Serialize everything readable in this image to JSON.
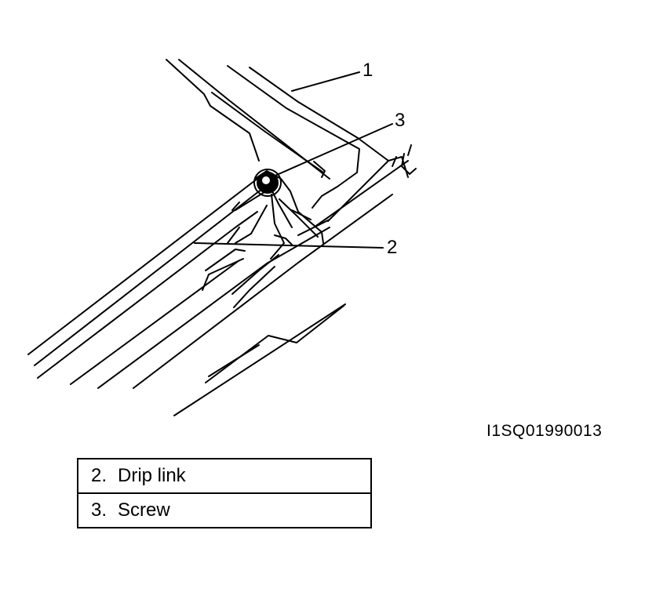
{
  "callouts": {
    "one": "1",
    "two": "2",
    "three": "3"
  },
  "figure_id": "I1SQ01990013",
  "legend": [
    {
      "number": "2.",
      "label": "Drip link"
    },
    {
      "number": "3.",
      "label": "Screw"
    }
  ]
}
